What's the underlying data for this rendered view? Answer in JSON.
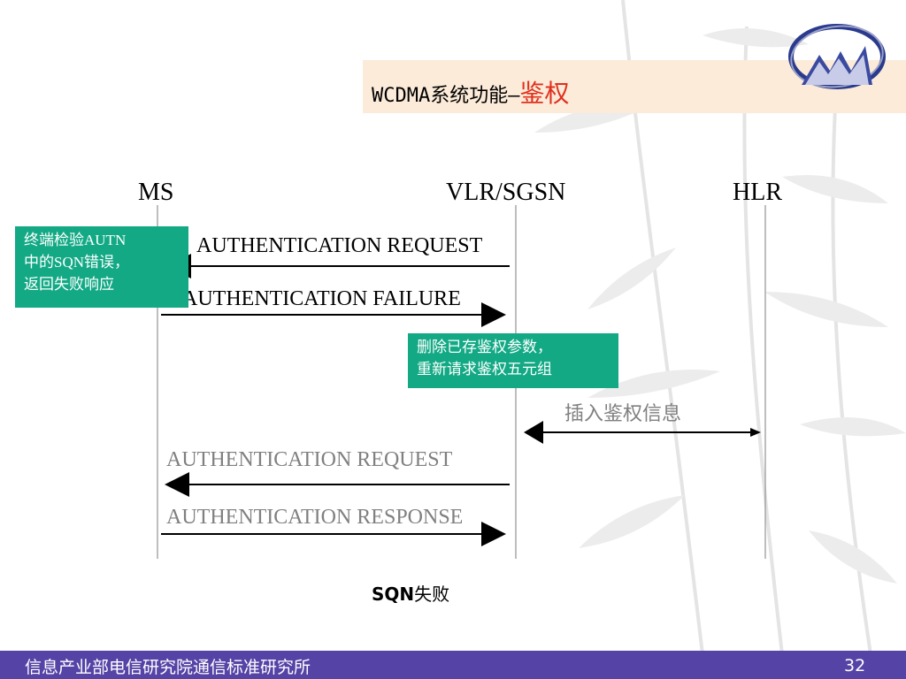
{
  "title": {
    "prefix": "WCDMA系统功能—",
    "accent": "鉴权"
  },
  "columns": {
    "ms": "MS",
    "vlr": "VLR/SGSN",
    "hlr": "HLR"
  },
  "messages": {
    "auth_request_1": "AUTHENTICATION REQUEST",
    "auth_failure": "AUTHENTICATION FAILURE",
    "insert_auth_info": "插入鉴权信息",
    "auth_request_2": "AUTHENTICATION REQUEST",
    "auth_response": "AUTHENTICATION RESPONSE"
  },
  "notes": {
    "ms_note": [
      "终端检验AUTN",
      "中的SQN错误，",
      "返回失败响应"
    ],
    "vlr_note": [
      "删除已存鉴权参数，",
      "重新请求鉴权五元组"
    ]
  },
  "caption": {
    "bold": "SQN",
    "normal": "失败"
  },
  "footer": {
    "org": "信息产业部电信研究院通信标准研究所",
    "page": "32"
  },
  "colors": {
    "note_bg": "#13a985",
    "footer_bg": "#5543a6",
    "title_accent": "#e0301e",
    "title_band": "#fcebd9"
  },
  "icons": {
    "logo": "institute-logo-icon"
  }
}
